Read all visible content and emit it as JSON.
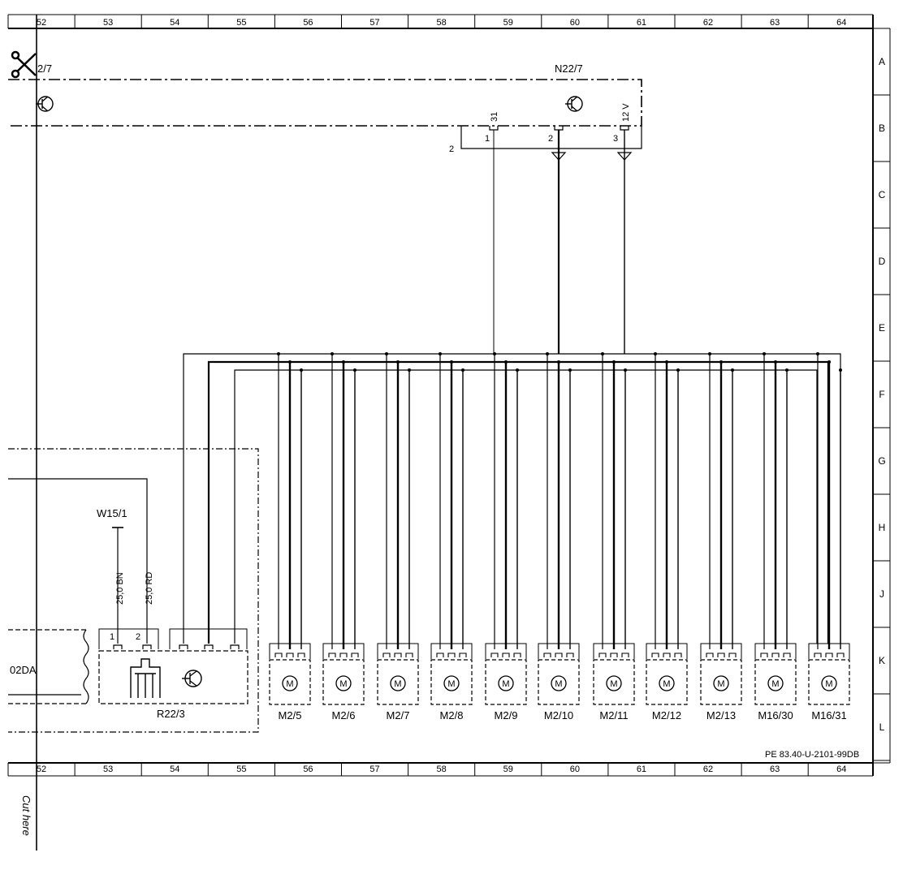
{
  "columns": [
    "52",
    "53",
    "54",
    "55",
    "56",
    "57",
    "58",
    "59",
    "60",
    "61",
    "62",
    "63",
    "64"
  ],
  "rows": [
    "A",
    "B",
    "C",
    "D",
    "E",
    "F",
    "G",
    "H",
    "J",
    "K",
    "L"
  ],
  "n22": {
    "title": "N22/7",
    "left_ref": "2/7",
    "pin_31": "31",
    "pin_12v": "12 V",
    "pin_1": "1",
    "pin_2": "2",
    "pin_3": "3",
    "left_pin": "2"
  },
  "w15": {
    "label": "W15/1",
    "wire_bn": "25,0 BN",
    "wire_rd": "25,0 RD"
  },
  "r22": {
    "label": "R22/3",
    "pin_1": "1",
    "pin_2": "2"
  },
  "left_box_label": "02DA",
  "motors": [
    "M2/5",
    "M2/6",
    "M2/7",
    "M2/8",
    "M2/9",
    "M2/10",
    "M2/11",
    "M2/12",
    "M2/13",
    "M16/30",
    "M16/31"
  ],
  "motor_symbol": "M",
  "footer_code": "PE 83.40-U-2101-99DB",
  "cut_here": "Cut here"
}
